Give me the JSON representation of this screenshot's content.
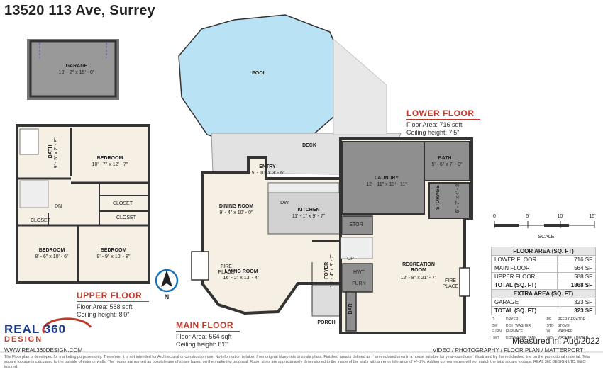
{
  "title": "13520 113 Ave, Surrey",
  "labels": {
    "garage": "GARAGE",
    "garage_dim": "19' - 2\" x 15' - 0\"",
    "pool": "POOL",
    "deck": "DECK",
    "bath_upper": "BATH",
    "bath_upper_dim": "9' - 5\" x 7' - 8\"",
    "bedroom1": "BEDROOM",
    "bedroom1_dim": "10' - 7\" x 12' - 7\"",
    "closet": "CLOSET",
    "dn": "DN",
    "bedroom2": "BEDROOM",
    "bedroom2_dim": "8' - 6\" x 10' - 6\"",
    "bedroom3": "BEDROOM",
    "bedroom3_dim": "9' - 9\" x 10' - 8\"",
    "entry": "ENTRY",
    "entry_dim": "5' - 10\" x 3' - 6\"",
    "dining": "DINING ROOM",
    "dining_dim": "9' - 4\" x 10' - 0\"",
    "kitchen": "KITCHEN",
    "kitchen_dim": "11' - 1\" x 9' - 7\"",
    "dw": "DW",
    "fireplace": "FIRE\nPLACE",
    "living": "LIVING ROOM",
    "living_dim": "16' - 2\" x 13' - 4\"",
    "foyer": "FOYER",
    "foyer_dim": "13' - 4\" x 3' - 7\"",
    "porch": "PORCH",
    "laundry": "LAUNDRY",
    "laundry_dim": "12' - 11\" x 13' - 11\"",
    "bath_lower": "BATH",
    "bath_lower_dim": "5' - 6\" x 7' - 0\"",
    "storage": "STORAGE",
    "storage_dim": "6' - 7\" x 4' - 8\"",
    "stor": "STOR",
    "up": "UP",
    "hwt": "HWT",
    "furn": "FURN",
    "rec": "RECREATION\nROOM",
    "rec_dim": "12' - 8\" x 21' - 7\"",
    "bar": "BAR",
    "compass_n": "N"
  },
  "floors": {
    "upper": {
      "name": "UPPER FLOOR",
      "area": "Floor Area: 588 sqft",
      "ceiling": "Ceiling height: 8'0\""
    },
    "main": {
      "name": "MAIN FLOOR",
      "area": "Floor Area: 564 sqft",
      "ceiling": "Ceiling height: 8'0\""
    },
    "lower": {
      "name": "LOWER FLOOR",
      "area": "Floor Area: 716 sqft",
      "ceiling": "Ceiling height: 7'5\""
    }
  },
  "scale": {
    "ticks": [
      "0",
      "5'",
      "10'",
      "15'"
    ],
    "label": "SCALE"
  },
  "floor_area_table": {
    "header": "FLOOR AREA (SQ. FT)",
    "rows": [
      {
        "name": "LOWER FLOOR",
        "value": "716 SF"
      },
      {
        "name": "MAIN FLOOR",
        "value": "564 SF"
      },
      {
        "name": "UPPER FLOOR",
        "value": "588 SF"
      }
    ],
    "total": {
      "name": "TOTAL (SQ. FT)",
      "value": "1868 SF"
    }
  },
  "extra_area_table": {
    "header": "EXTRA AREA (SQ. FT)",
    "rows": [
      {
        "name": "GARAGE",
        "value": "323 SF"
      }
    ],
    "total": {
      "name": "TOTAL (SQ. FT)",
      "value": "323 SF"
    }
  },
  "legend": [
    [
      "D",
      "DRYER",
      "RF",
      "REFRIGERATOR"
    ],
    [
      "DW",
      "DISH WASHER",
      "STO",
      "STOVE"
    ],
    [
      "FURN",
      "FURNACE",
      "W",
      "WASHER"
    ],
    [
      "HWT",
      "HOT WATER TANK",
      "WD",
      "WASHER / DRYER"
    ]
  ],
  "measured": "Measured in: Aug/2022",
  "logo": {
    "top": "REAL 360",
    "bottom": "DESIGN"
  },
  "website": "WWW.REAL360DESIGN.COM",
  "services": "VIDEO / PHOTOGRAPHY / FLOOR PLAN / MATTERPORT",
  "disclaimer": "The Floor plan is developed for marketing purposes only. Therefore, it is not intended for Architectural or construction use. No information is taken from original blueprints or strata plans. Finished area is defined as `` an enclosed area in a house suitable for year-round use`` illustrated by the red dashed line on the promotional material. Total square footage is calculated to the outside of exterior walls. The rooms are named as possible use of space based on the marketing proposal. Room sizes are approximately dimensioned to the inside of the walls with an error tolerance of +/- 2%. Adding up room sizes will not match the total square footage. REAL 360 DESIGN LTD.  E&O insured.",
  "colors": {
    "wall": "#333333",
    "red": "#c0392b",
    "floor": "#f6efe4",
    "grey": "#8f8f8f",
    "pool": "#b9e2f5",
    "deck": "#e2e2e2",
    "kitchen": "#d2d2d2",
    "blue": "#1a73b8"
  }
}
